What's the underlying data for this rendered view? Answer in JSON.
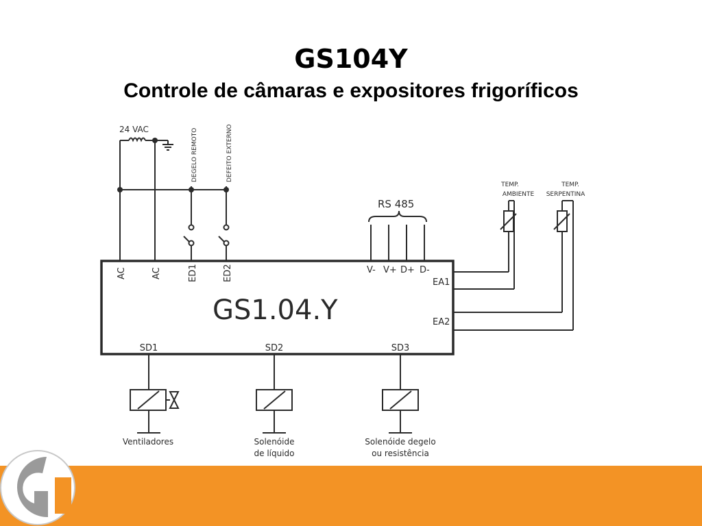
{
  "slide": {
    "title": "GS104Y",
    "subtitle": "Controle de câmaras e expositores frigoríficos",
    "accent_color": "#f39325"
  },
  "diagram": {
    "controller_label": "GS1.04.Y",
    "supply_label": "24 VAC",
    "input_labels": [
      "DEGELO REMOTO",
      "DEFEITO EXTERNO"
    ],
    "top_pins": [
      "AC",
      "AC",
      "ED1",
      "ED2"
    ],
    "comm_label": "RS 485",
    "comm_pins": [
      "V-",
      "V+",
      "D+",
      "D-"
    ],
    "analog_pins": [
      "EA1",
      "EA2"
    ],
    "sensors": [
      {
        "line1": "TEMP.",
        "line2": "AMBIENTE"
      },
      {
        "line1": "TEMP.",
        "line2": "SERPENTINA"
      }
    ],
    "outputs": [
      {
        "pin": "SD1",
        "line1": "Ventiladores",
        "line2": ""
      },
      {
        "pin": "SD2",
        "line1": "Solenóide",
        "line2": "de líquido"
      },
      {
        "pin": "SD3",
        "line1": "Solenóide degelo",
        "line2": "ou resistência"
      }
    ]
  }
}
